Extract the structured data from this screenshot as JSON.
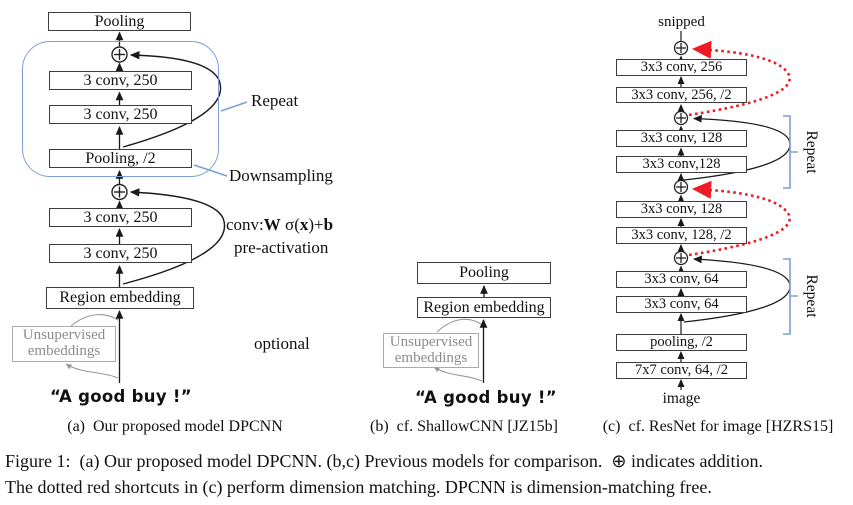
{
  "colors": {
    "accent_blue": "#7b9fd6",
    "shortcut_red": "#ed1c24",
    "line_black": "#1a1a1a"
  },
  "panel_a": {
    "caption": "(a)  Our proposed model DPCNN",
    "boxes": {
      "pooling_top": "Pooling",
      "conv_repeat_1": "3 conv, 250",
      "conv_repeat_2": "3 conv, 250",
      "pooling_half": "Pooling, /2",
      "conv_1": "3 conv, 250",
      "conv_2": "3 conv, 250",
      "region_embedding": "Region embedding",
      "unsupervised": "Unsupervised embeddings"
    },
    "labels": {
      "repeat": "Repeat",
      "downsampling": "Downsampling",
      "pre_activation": "pre-activation",
      "optional": "optional"
    },
    "formula": {
      "p1": "conv:",
      "p2": "W",
      "p3": " σ(",
      "p4": "x",
      "p5": ")+",
      "p6": "b"
    },
    "input_text": "“A good buy !”"
  },
  "panel_b": {
    "caption": "(b)  cf. ShallowCNN [JZ15b]",
    "boxes": {
      "pooling": "Pooling",
      "region_embedding": "Region embedding",
      "unsupervised": "Unsupervised embeddings"
    },
    "input_text": "“A good buy !”"
  },
  "panel_c": {
    "caption": "(c)  cf. ResNet for image [HZRS15]",
    "labels": {
      "snipped": "snipped",
      "image": "image",
      "repeat_top": "Repeat",
      "repeat_bottom": "Repeat"
    },
    "boxes": {
      "conv256": "3x3 conv, 256",
      "conv256_half": "3x3 conv, 256, /2",
      "conv128_r1": "3x3 conv, 128",
      "conv128_r2": "3x3 conv,128",
      "conv128_1": "3x3 conv, 128",
      "conv128_half": "3x3 conv, 128, /2",
      "conv64_1": "3x3 conv, 64",
      "conv64_2": "3x3 conv, 64",
      "pooling_half": "pooling, /2",
      "conv7x7": "7x7 conv, 64, /2"
    }
  },
  "figure_caption": {
    "line1": "Figure 1:  (a) Our proposed model DPCNN. (b,c) Previous models for comparison.  ⊕ indicates addition.",
    "line2": "The dotted red shortcuts in (c) perform dimension matching. DPCNN is dimension-matching free."
  }
}
